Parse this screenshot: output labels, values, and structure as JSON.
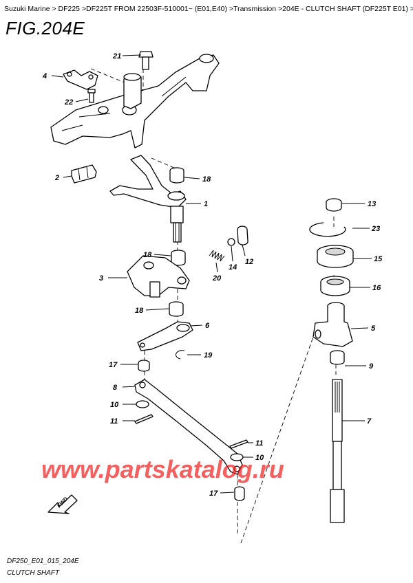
{
  "breadcrumb": "Suzuki Marine > DF225 >DF225T FROM 22503F-510001~ (E01,E40) >Transmission >204E - CLUTCH SHAFT (DF225T E01) >",
  "figure_title": "FIG.204E",
  "watermark": "www.partskatalog.ru",
  "fwd_label": "FWD",
  "caption_code": "DF250_E01_015_204E",
  "caption_name": "CLUTCH SHAFT",
  "callouts": [
    "21",
    "4",
    "22",
    "2",
    "18",
    "1",
    "18",
    "3",
    "20",
    "14",
    "12",
    "18",
    "6",
    "17",
    "19",
    "8",
    "10",
    "11",
    "11",
    "10",
    "17",
    "13",
    "23",
    "15",
    "16",
    "5",
    "9",
    "7"
  ]
}
